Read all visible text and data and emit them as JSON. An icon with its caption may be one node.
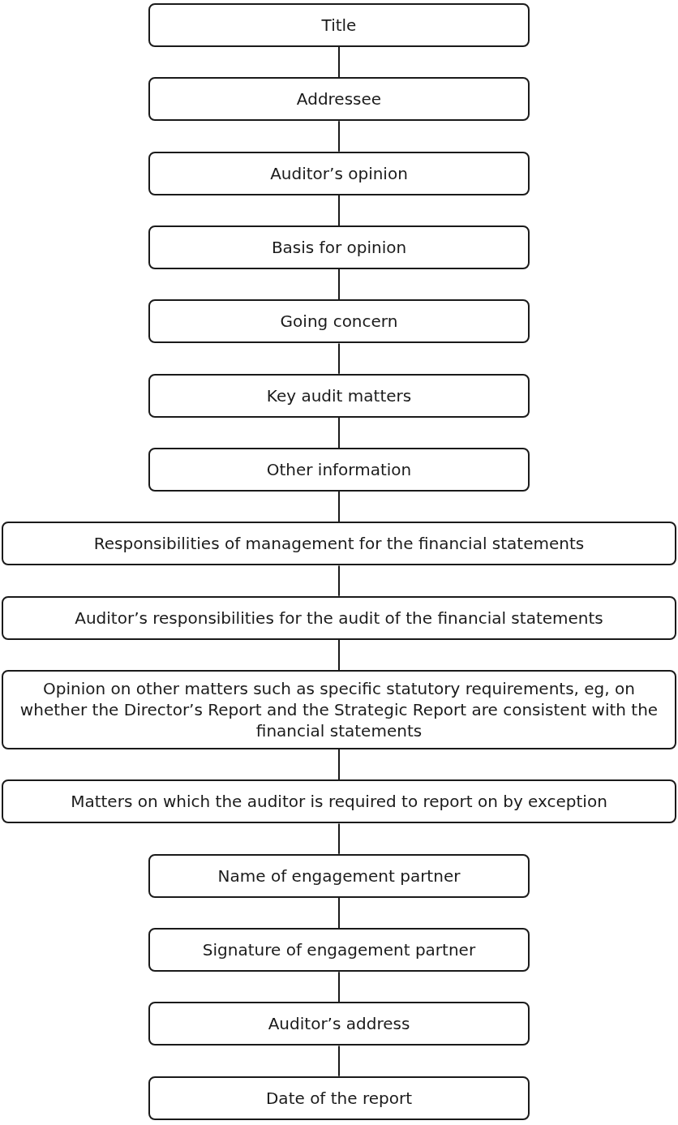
{
  "diagram": {
    "nodes": [
      {
        "text": [
          "Title"
        ]
      },
      {
        "text": [
          "Addressee"
        ]
      },
      {
        "text": [
          "Auditor’s opinion"
        ]
      },
      {
        "text": [
          "Basis for opinion"
        ]
      },
      {
        "text": [
          "Going concern"
        ]
      },
      {
        "text": [
          "Key audit matters"
        ]
      },
      {
        "text": [
          "Other information"
        ]
      },
      {
        "text": [
          "Responsibilities of management for the financial statements"
        ]
      },
      {
        "text": [
          "Auditor’s responsibilities for the audit of the financial statements"
        ]
      },
      {
        "text": [
          "Opinion on other matters such as specific statutory requirements, eg, on whether the Director’s Report and the Strategic Report are consistent with the financial statements"
        ]
      },
      {
        "text": [
          "Matters on which the auditor is required to report on by exception"
        ]
      },
      {
        "text": [
          "Name of engagement partner"
        ]
      },
      {
        "text": [
          "Signature of engagement partner"
        ]
      },
      {
        "text": [
          "Auditor’s address"
        ]
      },
      {
        "text": [
          "Date of the report"
        ]
      }
    ],
    "edges": [
      {
        "from": 0,
        "to": 1,
        "arrow": "none"
      },
      {
        "from": 1,
        "to": 2,
        "arrow": "none"
      },
      {
        "from": 2,
        "to": 3,
        "arrow": "none"
      },
      {
        "from": 3,
        "to": 4,
        "arrow": "none"
      },
      {
        "from": 4,
        "to": 5,
        "arrow": "none"
      },
      {
        "from": 5,
        "to": 6,
        "arrow": "none"
      },
      {
        "from": 6,
        "to": 7,
        "arrow": "none"
      },
      {
        "from": 7,
        "to": 8,
        "arrow": "none"
      },
      {
        "from": 8,
        "to": 9,
        "arrow": "none"
      },
      {
        "from": 9,
        "to": 10,
        "arrow": "none"
      },
      {
        "from": 10,
        "to": 11,
        "arrow": "none"
      },
      {
        "from": 11,
        "to": 12,
        "arrow": "none"
      },
      {
        "from": 12,
        "to": 13,
        "arrow": "none"
      },
      {
        "from": 13,
        "to": 14,
        "arrow": "none"
      }
    ]
  }
}
